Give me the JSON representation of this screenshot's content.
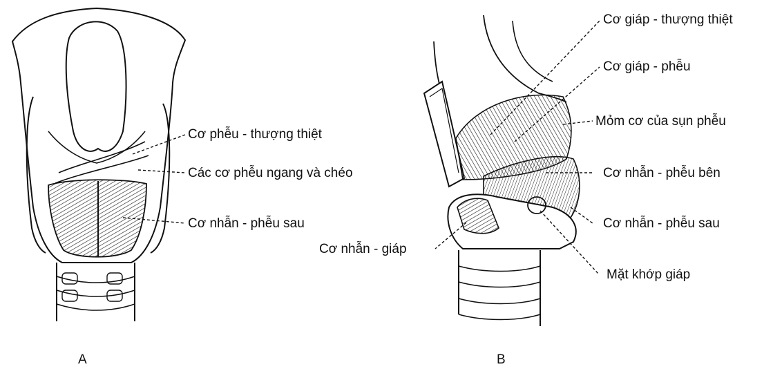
{
  "panel_a": {
    "letter": "A",
    "labels": {
      "aryepiglottic": "Cơ phễu - thượng thiệt",
      "transverse_oblique": "Các cơ phễu ngang và chéo",
      "posterior_cricoarytenoid": "Cơ nhẫn - phễu sau"
    }
  },
  "panel_b": {
    "letter": "B",
    "labels": {
      "thyroepiglottic": "Cơ giáp - thượng thiệt",
      "thyroarytenoid": "Cơ giáp - phễu",
      "muscular_process": "Mỏm cơ của sụn phễu",
      "lateral_cricoarytenoid": "Cơ nhẫn - phễu bên",
      "posterior_cricoarytenoid": "Cơ nhẫn - phễu sau",
      "cricothyroid": "Cơ nhẫn - giáp",
      "thyroid_articular_facet": "Mặt khớp giáp"
    }
  }
}
